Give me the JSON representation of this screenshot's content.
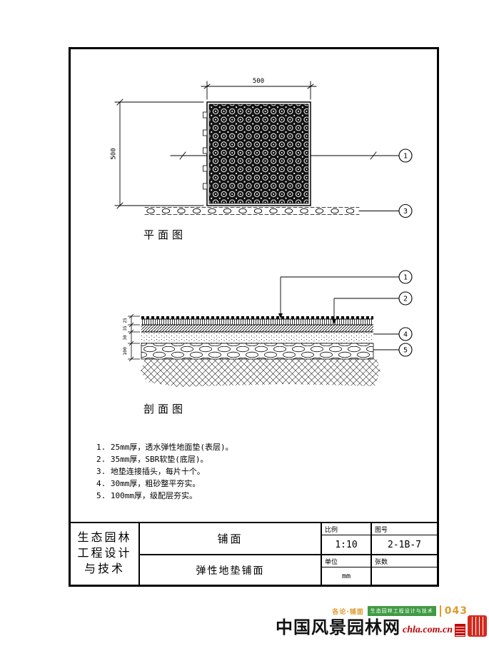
{
  "plan": {
    "label": "平面图",
    "dim_top": "500",
    "dim_left": "500",
    "callout_1": "1",
    "callout_3": "3"
  },
  "section": {
    "label": "剖面图",
    "callout_1": "1",
    "callout_2": "2",
    "callout_4": "4",
    "callout_5": "5",
    "dim_layer1": "25",
    "dim_layer2": "35",
    "dim_layer4": "30",
    "dim_layer5": "100"
  },
  "notes": {
    "line1": "1. 25mm厚，透水弹性地面垫(表层)。",
    "line2": "2. 35mm厚，SBR软垫(底层)。",
    "line3": "3. 地垫连接插头，每片十个。",
    "line4": "4. 30mm厚，粗砂整平夯实。",
    "line5": "5. 100mm厚，级配层夯实。"
  },
  "titleblock": {
    "org_line1": "生态园林",
    "org_line2": "工程设计",
    "org_line3": "与技术",
    "category": "铺面",
    "drawing_title": "弹性地垫铺面",
    "scale_label": "比例",
    "scale_value": "1:10",
    "no_label": "图号",
    "no_value": "2-1B-7",
    "unit_label": "单位",
    "unit_value": "mm",
    "sheets_label": "张数",
    "sheets_value": ""
  },
  "footer": {
    "category_tag": "各论·铺面",
    "series_tag": "生态园林工程设计与技术",
    "page_no": "043",
    "site_name": "中国风景园林网",
    "site_url": "chla.com.cn"
  },
  "colors": {
    "accent_orange": "#e09a2b",
    "tag_green": "#3f9b44",
    "brand_red": "#c00000",
    "line_black": "#000000"
  }
}
